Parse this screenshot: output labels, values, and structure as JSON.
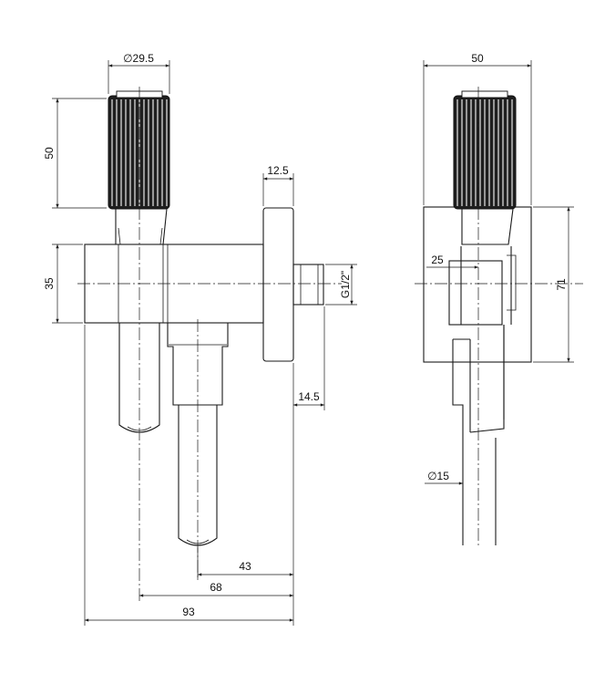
{
  "drawing": {
    "side_view": {
      "knob_diameter": "∅29.5",
      "knob_height": "50",
      "body_height": "35",
      "flange_thickness": "12.5",
      "thread": "G1/2\"",
      "thread_length": "14.5",
      "dim_43": "43",
      "dim_68": "68",
      "dim_93": "93"
    },
    "front_view": {
      "overall_width": "50",
      "body_width": "25",
      "plate_height": "71",
      "pipe_diameter": "∅15"
    }
  }
}
